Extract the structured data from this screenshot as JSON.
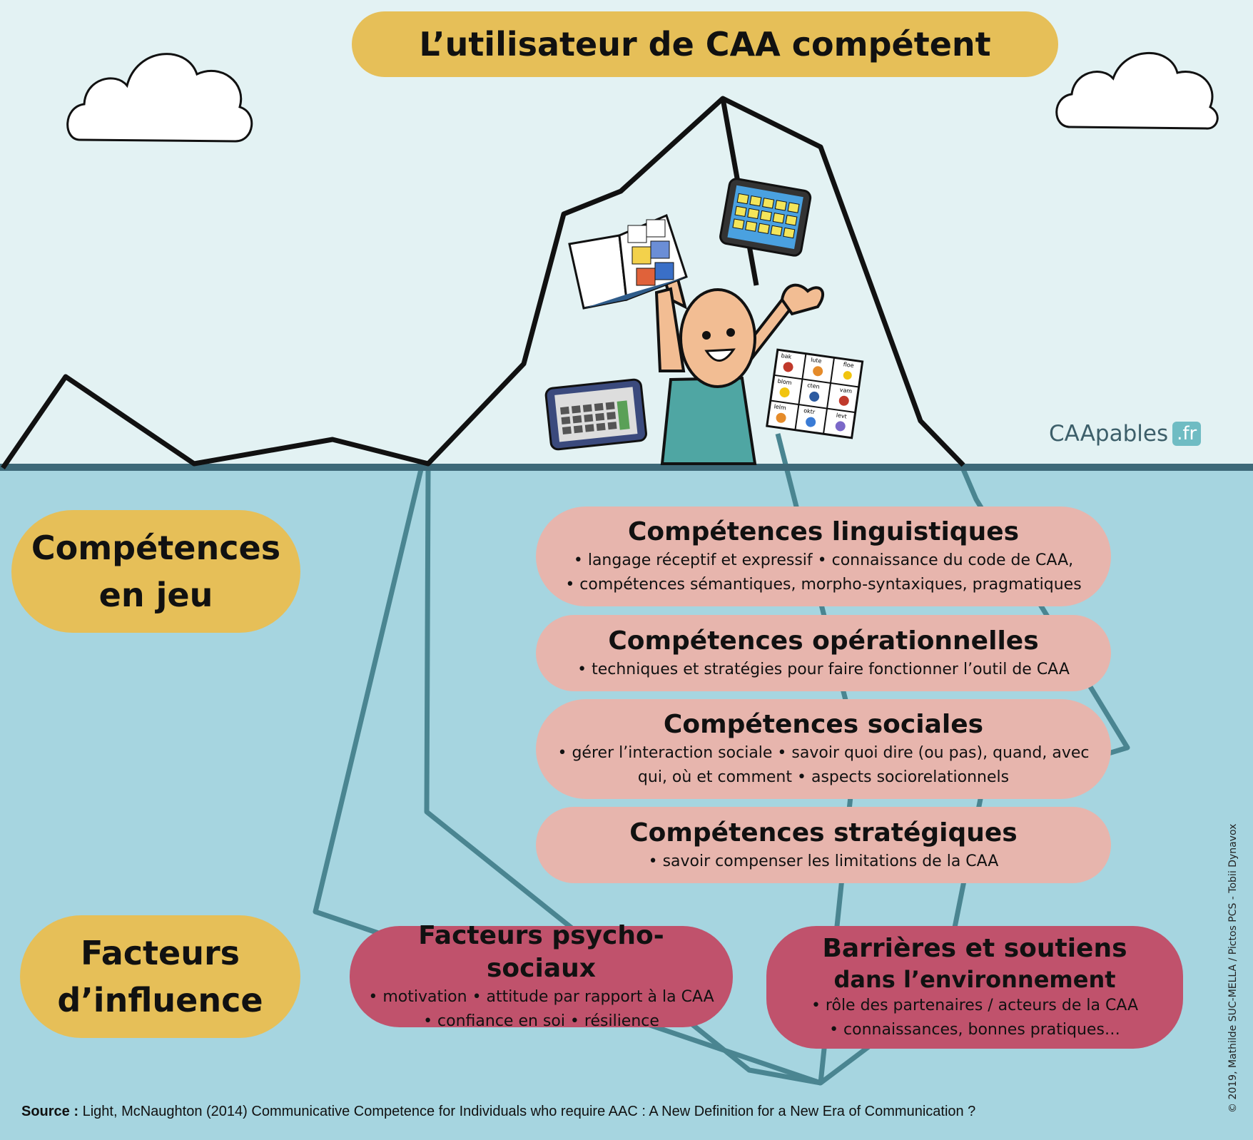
{
  "title": "L’utilisateur de CAA compétent",
  "sides": {
    "competences_l1": "Compétences",
    "competences_l2": "en jeu",
    "facteurs_l1": "Facteurs",
    "facteurs_l2": "d’influence"
  },
  "skills": [
    {
      "title": "Compétences linguistiques",
      "lines": [
        "• langage réceptif et expressif    • connaissance du code de CAA,",
        "• compétences sémantiques, morpho-syntaxiques, pragmatiques"
      ]
    },
    {
      "title": "Compétences opérationnelles",
      "lines": [
        "• techniques et stratégies pour faire fonctionner l’outil de CAA"
      ]
    },
    {
      "title": "Compétences sociales",
      "lines": [
        "• gérer l’interaction sociale  • savoir quoi dire (ou pas), quand, avec",
        "qui, où et comment • aspects sociorelationnels"
      ]
    },
    {
      "title": "Compétences stratégiques",
      "lines": [
        "• savoir compenser les limitations de la CAA"
      ]
    }
  ],
  "factors": {
    "psycho": {
      "title": "Facteurs psycho-sociaux",
      "lines": [
        "• motivation  • attitude par rapport à la CAA",
        "• confiance en soi  • résilience"
      ]
    },
    "environment": {
      "title_l1": "Barrières et soutiens",
      "title_l2": "dans l’environnement",
      "lines": [
        "• rôle des partenaires / acteurs de la CAA",
        "• connaissances, bonnes pratiques…"
      ]
    }
  },
  "logo": {
    "text": "CAApables",
    "badge": ".fr"
  },
  "copyright": "© 2019, Mathilde SUC-MELLA / Pictos PCS - Tobii Dynavox",
  "source": {
    "label": "Source :",
    "text": " Light, McNaughton (2014) Communicative Competence for Individuals who require AAC : A New Definition for a New Era of Communication ?"
  },
  "picto_words": [
    "bak",
    "lute",
    "floe",
    "blom",
    "cten",
    "vam",
    "lelm",
    "oktr",
    "levt"
  ],
  "colors": {
    "sky": "#e3f2f3",
    "sea": "#a6d5e0",
    "gold": "#e6bf58",
    "pink": "#e7b5ad",
    "magenta": "#c0526c",
    "underwater_outline": "#4a8591"
  }
}
